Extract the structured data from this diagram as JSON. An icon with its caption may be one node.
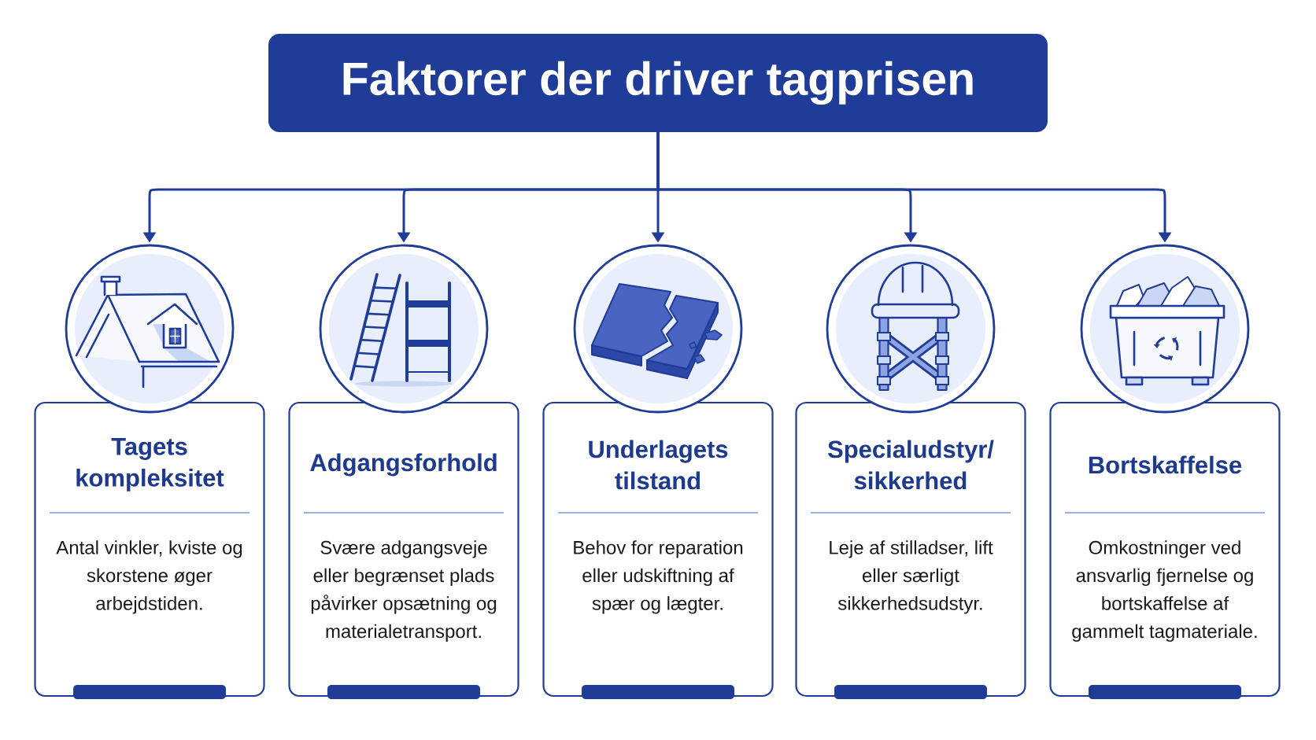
{
  "diagram": {
    "nodes": [
      {
        "text": [
          "Faktorer der driver tagprisen"
        ]
      },
      {
        "text": [],
        "shape": "circle"
      },
      {
        "text": [],
        "shape": "circle"
      },
      {
        "text": [],
        "shape": "circle"
      },
      {
        "text": [],
        "shape": "circle"
      },
      {
        "text": [],
        "shape": "circle"
      },
      {
        "text": [
          "Tagets kompleksitet",
          "Antal vinkler, kviste og skorstene øger arbejdstiden."
        ]
      },
      {
        "text": [
          "Adgangsforhold",
          "Svære adgangsveje eller begrænset plads påvirker opsætning og materialetransport."
        ]
      },
      {
        "text": [
          "Underlagets tilstand",
          "Behov for reparation eller udskiftning af spær og lægter."
        ]
      },
      {
        "text": [
          "Specialudstyr/ sikkerhed",
          "Leje af stilladser, lift eller særligt sikkerhedsudstyr."
        ]
      },
      {
        "text": [
          "Bortskaffelse",
          "Omkostninger ved ansvarlig fjernelse og bortskaffelse af gammelt tagmateriale."
        ]
      }
    ],
    "edges": [
      {
        "from": 0,
        "to": 1,
        "arrow": "to"
      },
      {
        "from": 0,
        "to": 2,
        "arrow": "to"
      },
      {
        "from": 0,
        "to": 3,
        "arrow": "to"
      },
      {
        "from": 0,
        "to": 4,
        "arrow": "to"
      },
      {
        "from": 0,
        "to": 5,
        "arrow": "to"
      }
    ]
  }
}
